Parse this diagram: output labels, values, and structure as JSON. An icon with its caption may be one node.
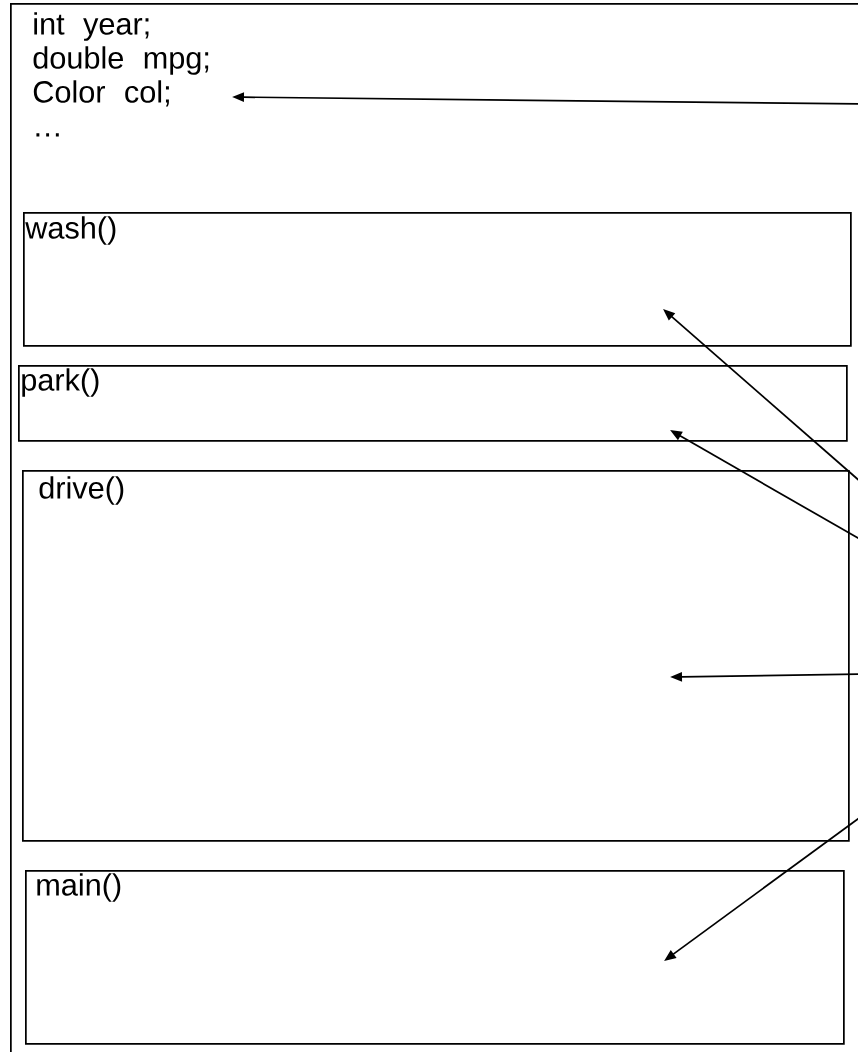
{
  "diagram": {
    "nodes": [
      {
        "text": [],
        "shape": "box"
      },
      {
        "text": [
          "int year; double mpg; Color col; …"
        ],
        "in": 0
      },
      {
        "text": [
          "wash()"
        ],
        "in": 0
      },
      {
        "text": [
          "park()"
        ],
        "in": 0
      },
      {
        "text": [
          "drive()"
        ],
        "in": 0
      },
      {
        "text": [
          "main()"
        ],
        "in": 0
      }
    ],
    "edges": [
      {
        "from": null,
        "to": 1,
        "arrow": "to"
      },
      {
        "from": null,
        "to": 2,
        "arrow": "to"
      },
      {
        "from": null,
        "to": 3,
        "arrow": "to"
      },
      {
        "from": null,
        "to": 4,
        "arrow": "to"
      },
      {
        "from": null,
        "to": 5,
        "arrow": "to"
      }
    ]
  }
}
